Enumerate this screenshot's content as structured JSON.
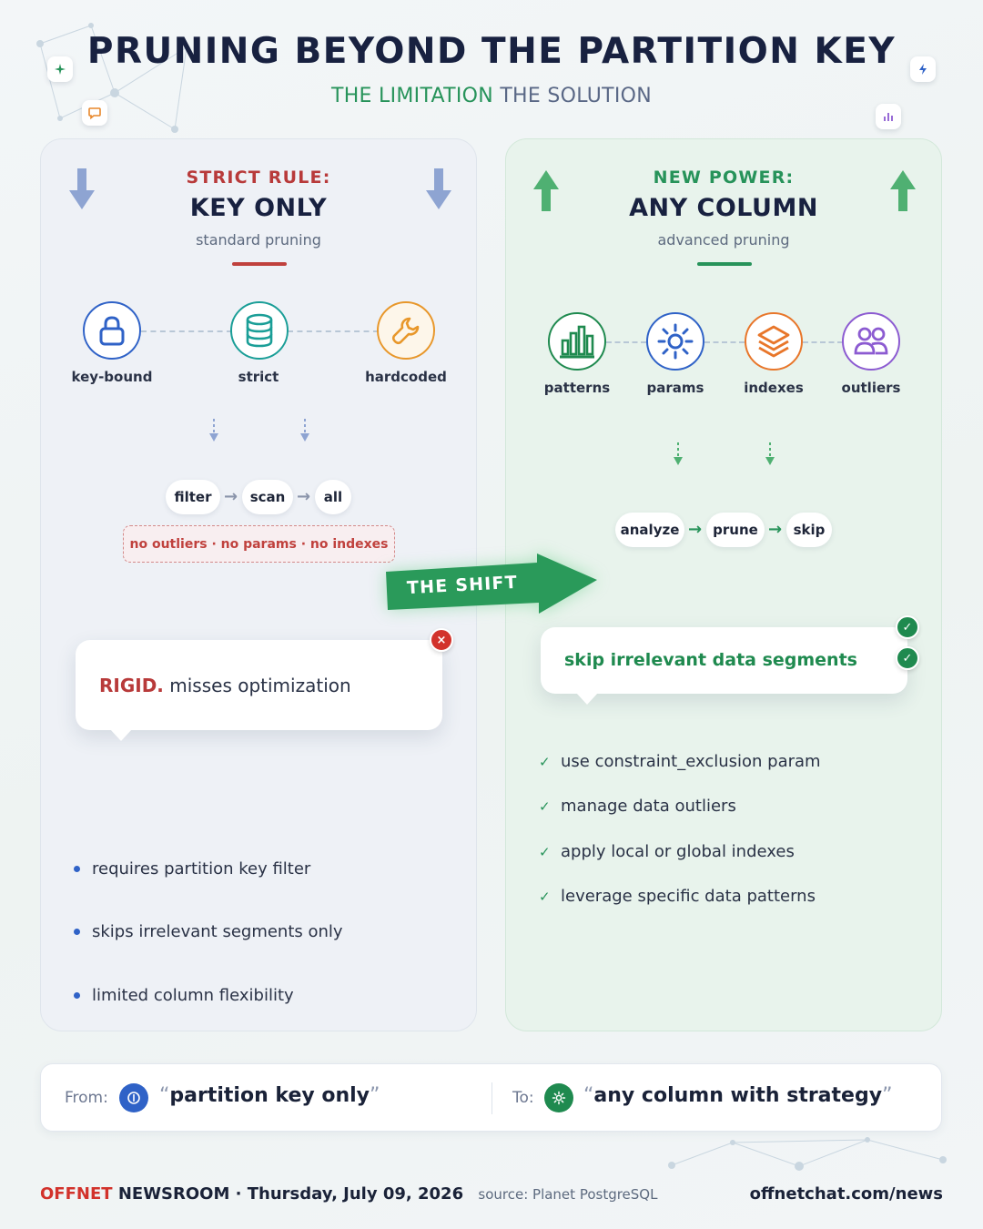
{
  "header": {
    "title": "PRUNING BEYOND THE PARTITION KEY",
    "subtitle_a": "THE LIMITATION",
    "subtitle_b": "THE SOLUTION"
  },
  "left_panel": {
    "eyebrow": "STRICT RULE:",
    "main": "KEY ONLY",
    "sub": "standard pruning",
    "icons": [
      {
        "label": "key-bound",
        "icon": "lock-icon"
      },
      {
        "label": "strict",
        "icon": "database-icon"
      },
      {
        "label": "hardcoded",
        "icon": "wrench-icon"
      }
    ],
    "flow": [
      "filter",
      "scan",
      "all"
    ],
    "warning": "no outliers · no params · no indexes",
    "bubble_bold": "RIGID.",
    "bubble_text": "misses optimization",
    "bubble_badge": "×",
    "list": [
      "requires partition key filter",
      "skips irrelevant segments only",
      "limited column flexibility"
    ],
    "accent": "#b83a3a"
  },
  "right_panel": {
    "eyebrow": "NEW POWER:",
    "main": "ANY COLUMN",
    "sub": "advanced pruning",
    "icons": [
      {
        "label": "patterns",
        "icon": "bar-chart-icon"
      },
      {
        "label": "params",
        "icon": "sun-gear-icon"
      },
      {
        "label": "indexes",
        "icon": "layers-icon"
      },
      {
        "label": "outliers",
        "icon": "users-icon"
      }
    ],
    "flow": [
      "analyze",
      "prune",
      "skip"
    ],
    "bubble_text": "skip irrelevant data segments",
    "bubble_badge": "✓",
    "list": [
      "use constraint_exclusion param",
      "manage data outliers",
      "apply local or global indexes",
      "leverage specific data patterns"
    ],
    "accent": "#27935a"
  },
  "shift": {
    "label": "THE SHIFT"
  },
  "from_to": {
    "from_label": "From:",
    "from_quote": "partition key only",
    "to_label": "To:",
    "to_quote": "any column with strategy"
  },
  "footer": {
    "brand": "OFFNET",
    "brand_rest": "NEWSROOM · Thursday, July 09, 2026",
    "source": "source: Planet PostgreSQL",
    "url": "offnetchat.com/news"
  }
}
